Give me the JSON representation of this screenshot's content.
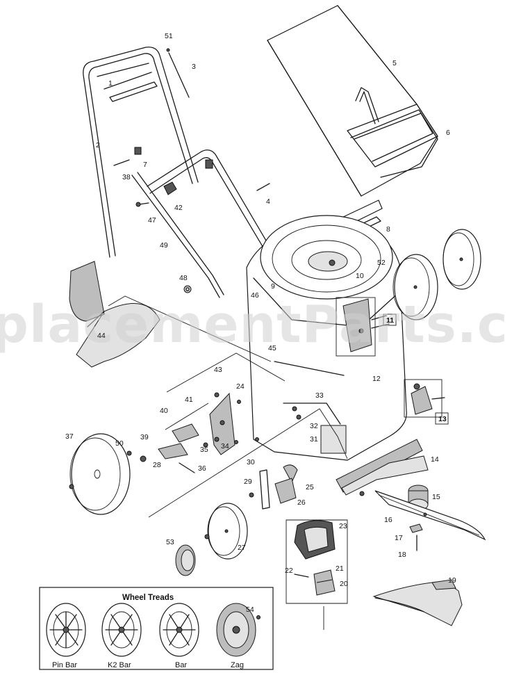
{
  "watermark": "placementParts.c",
  "callouts": [
    "51",
    "3",
    "1",
    "5",
    "2",
    "6",
    "7",
    "38",
    "42",
    "4",
    "47",
    "8",
    "49",
    "52",
    "48",
    "9",
    "46",
    "10",
    "11",
    "44",
    "45",
    "12",
    "43",
    "24",
    "41",
    "33",
    "40",
    "13",
    "32",
    "37",
    "39",
    "50",
    "31",
    "35",
    "34",
    "28",
    "36",
    "30",
    "29",
    "25",
    "14",
    "15",
    "26",
    "16",
    "17",
    "23",
    "18",
    "53",
    "27",
    "22",
    "21",
    "20",
    "19",
    "54"
  ],
  "wheel_treads": {
    "title": "Wheel Treads",
    "items": [
      "Pin Bar",
      "K2 Bar",
      "Bar",
      "Zag"
    ]
  }
}
